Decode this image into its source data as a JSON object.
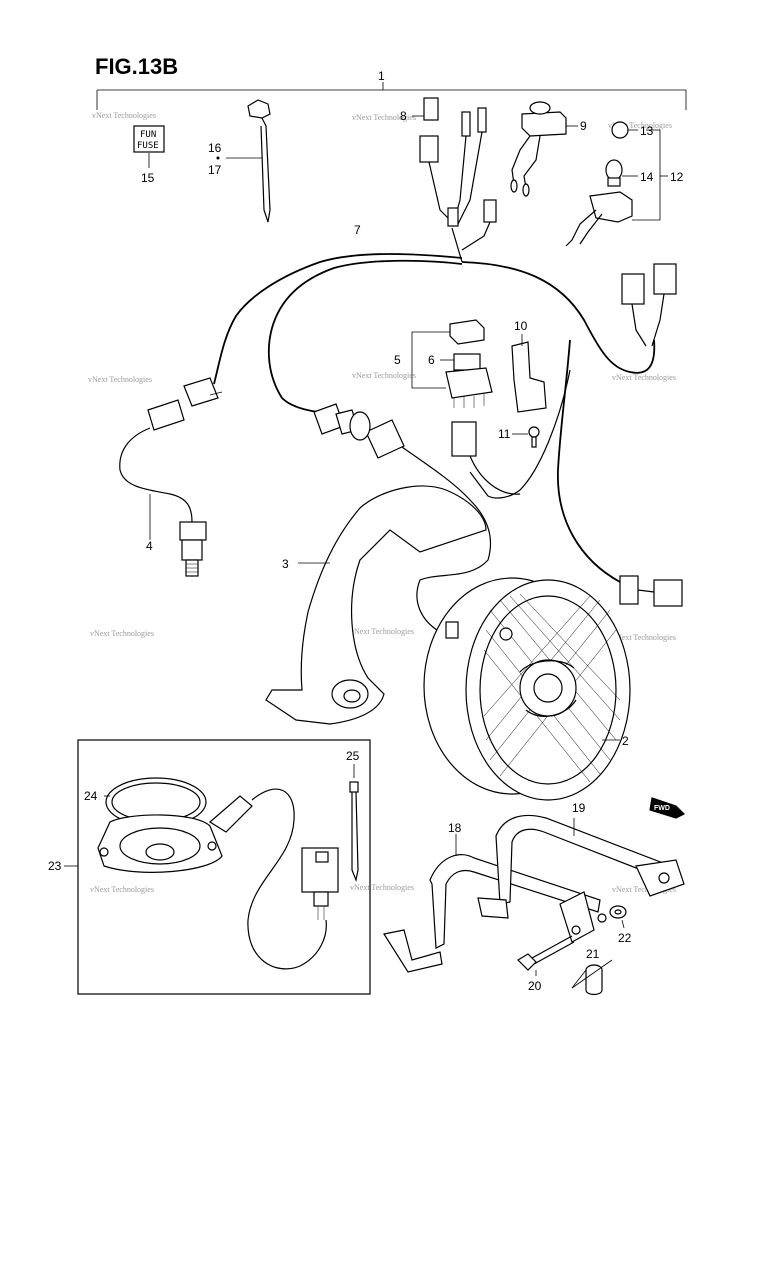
{
  "figure": {
    "title": "FIG.13B"
  },
  "watermark": {
    "text": "vNext Technologies"
  },
  "fuse_label": {
    "line1": "FUN",
    "line2": "FUSE"
  },
  "callouts": {
    "c1": "1",
    "c2": "2",
    "c3": "3",
    "c4": "4",
    "c5": "5",
    "c6": "6",
    "c7": "7",
    "c8": "8",
    "c9": "9",
    "c10": "10",
    "c11": "11",
    "c12": "12",
    "c13": "13",
    "c14": "14",
    "c15": "15",
    "c16": "16",
    "c17": "17",
    "c18": "18",
    "c19": "19",
    "c20": "20",
    "c21": "21",
    "c22": "22",
    "c23": "23",
    "c24": "24",
    "c25": "25"
  },
  "direction_badge": {
    "text": "FWD"
  }
}
